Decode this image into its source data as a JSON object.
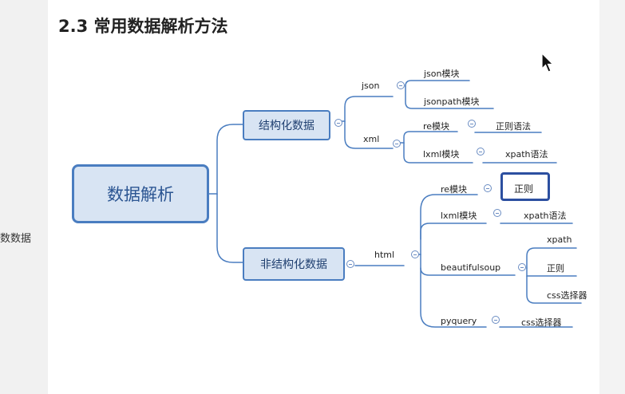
{
  "sidebar": {
    "partial_text": "数数据"
  },
  "page": {
    "title": "2.3 常用数据解析方法"
  },
  "mindmap": {
    "root": "数据解析",
    "structured": {
      "label": "结构化数据",
      "json": {
        "label": "json",
        "children": [
          "json模块",
          "jsonpath模块"
        ]
      },
      "xml": {
        "label": "xml",
        "re": {
          "label": "re模块",
          "child": "正则语法"
        },
        "lxml": {
          "label": "lxml模块",
          "child": "xpath语法"
        }
      }
    },
    "unstructured": {
      "label": "非结构化数据",
      "html": {
        "label": "html",
        "re": {
          "label": "re模块",
          "child": "正则"
        },
        "lxml": {
          "label": "lxml模块",
          "child": "xpath语法"
        },
        "bs": {
          "label": "beautifulsoup",
          "children": [
            "xpath",
            "正则",
            "css选择器"
          ]
        },
        "pyquery": {
          "label": "pyquery",
          "child": "css选择器"
        }
      }
    }
  },
  "colors": {
    "accent": "#4a7dc0",
    "node_fill": "#d8e4f3",
    "highlight": "#2c4fa0"
  }
}
